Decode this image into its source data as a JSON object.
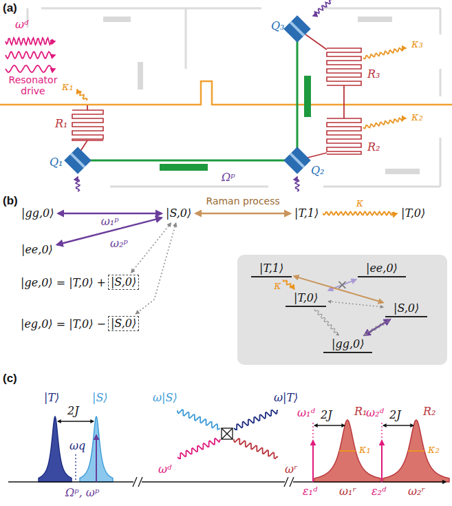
{
  "diagram": {
    "nodes": [
      {
        "text": [
          "|gg,0⟩"
        ]
      },
      {
        "text": [
          "|S,0⟩"
        ]
      },
      {
        "text": [
          "|T,1⟩"
        ]
      },
      {
        "text": [
          "|T,0⟩"
        ]
      },
      {
        "text": [
          "|ee,0⟩"
        ]
      },
      {
        "text": [
          "|S,0⟩"
        ]
      },
      {
        "text": [
          "|S,0⟩"
        ]
      },
      {
        "text": [
          "|T,1⟩"
        ]
      },
      {
        "text": [
          "|ee,0⟩"
        ]
      },
      {
        "text": [
          "|T,0⟩"
        ]
      },
      {
        "text": [
          "|S,0⟩"
        ]
      },
      {
        "text": [
          "|gg,0⟩"
        ]
      }
    ],
    "edges": [
      {
        "from": 0,
        "to": 1,
        "arrow": "both",
        "label": "ω₁ᵖ"
      },
      {
        "from": 4,
        "to": 1,
        "arrow": "both",
        "label": "ω₂ᵖ"
      },
      {
        "from": 1,
        "to": 2,
        "arrow": "both",
        "label": "Raman process"
      },
      {
        "from": 2,
        "to": 3,
        "arrow": "to",
        "label": "κ"
      },
      {
        "from": 1,
        "to": 5,
        "arrow": "both"
      },
      {
        "from": 1,
        "to": 6,
        "arrow": "both"
      },
      {
        "from": 7,
        "to": 9,
        "arrow": "to",
        "label": "κ"
      },
      {
        "from": 8,
        "to": 9,
        "arrow": "both"
      },
      {
        "from": 10,
        "to": 7,
        "arrow": "both"
      },
      {
        "from": 11,
        "to": 10,
        "arrow": "both"
      },
      {
        "from": 9,
        "to": 10,
        "arrow": "both"
      },
      {
        "from": 9,
        "to": 11,
        "arrow": "to"
      },
      {
        "from": 10,
        "to": 11,
        "arrow": "to"
      }
    ],
    "labels": [
      "(a)",
      "ωᵈ",
      "Resonator drive",
      "κ₁",
      "R₁",
      "Q₁",
      "Q₃",
      "κ₃",
      "R₃",
      "κ₂",
      "R₂",
      "Q₂",
      "Ωᵖ",
      "(b)",
      "|ge,0⟩ = |T,0⟩ +",
      "|eg,0⟩ = |T,0⟩ −",
      "(c)",
      "|T⟩",
      "2J",
      "|S⟩",
      "ωq",
      "Ωᵖ, ωᵖ",
      "ω|S⟩",
      "ωᵈ",
      "ω|T⟩",
      "ωʳ",
      "ω₁ᵈ",
      "2J",
      "R₁",
      "κ₁",
      "ε₁ᵈ",
      "ω₁ʳ",
      "ω₂ᵈ",
      "2J",
      "R₂",
      "κ₂",
      "ε₂ᵈ",
      "ω₂ʳ"
    ]
  }
}
